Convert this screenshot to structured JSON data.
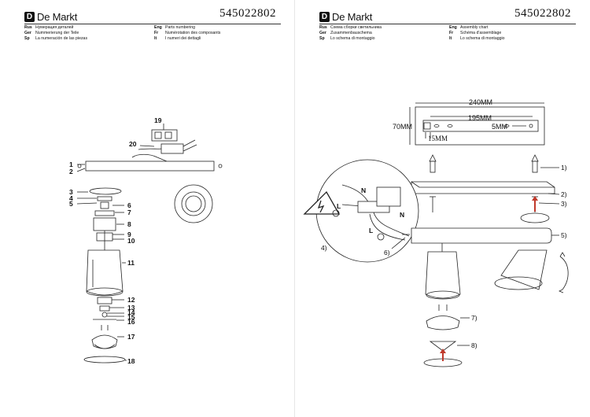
{
  "brand": {
    "logo_glyph": "D",
    "logo_text": "De Markt"
  },
  "product_code": "545022802",
  "left_page": {
    "headings": [
      {
        "lang": "Rus",
        "text": "Нумерация деталей"
      },
      {
        "lang": "Eng",
        "text": "Parts numbering"
      },
      {
        "lang": "Ger",
        "text": "Nummerierung der Teile"
      },
      {
        "lang": "Fr",
        "text": "Numérotation des composants"
      },
      {
        "lang": "Sp",
        "text": "La numeración de las piezas"
      },
      {
        "lang": "It",
        "text": "I numeri dei dettagli"
      }
    ],
    "part_numbers": [
      "1",
      "2",
      "3",
      "4",
      "5",
      "6",
      "7",
      "8",
      "9",
      "10",
      "11",
      "12",
      "13",
      "14",
      "15",
      "16",
      "17",
      "18",
      "19",
      "20"
    ]
  },
  "right_page": {
    "headings": [
      {
        "lang": "Rus",
        "text": "Схема сборки светильника"
      },
      {
        "lang": "Eng",
        "text": "Assembly chart"
      },
      {
        "lang": "Ger",
        "text": "Zusammenbauschema"
      },
      {
        "lang": "Fr",
        "text": "Schéma d'assemblage"
      },
      {
        "lang": "Sp",
        "text": "Lo schema di montaggio"
      },
      {
        "lang": "It",
        "text": "Lo schema di montaggio"
      }
    ],
    "dimensions": {
      "length": "240MM",
      "height": "70MM",
      "hole_spacing": "195MM",
      "edge_offset": "15MM",
      "slot_width": "5MM"
    },
    "wiring_labels": {
      "neutral": "N",
      "live": "L"
    },
    "steps": [
      "1)",
      "2)",
      "3)",
      "4)",
      "5)",
      "6)",
      "7)",
      "8)"
    ]
  }
}
